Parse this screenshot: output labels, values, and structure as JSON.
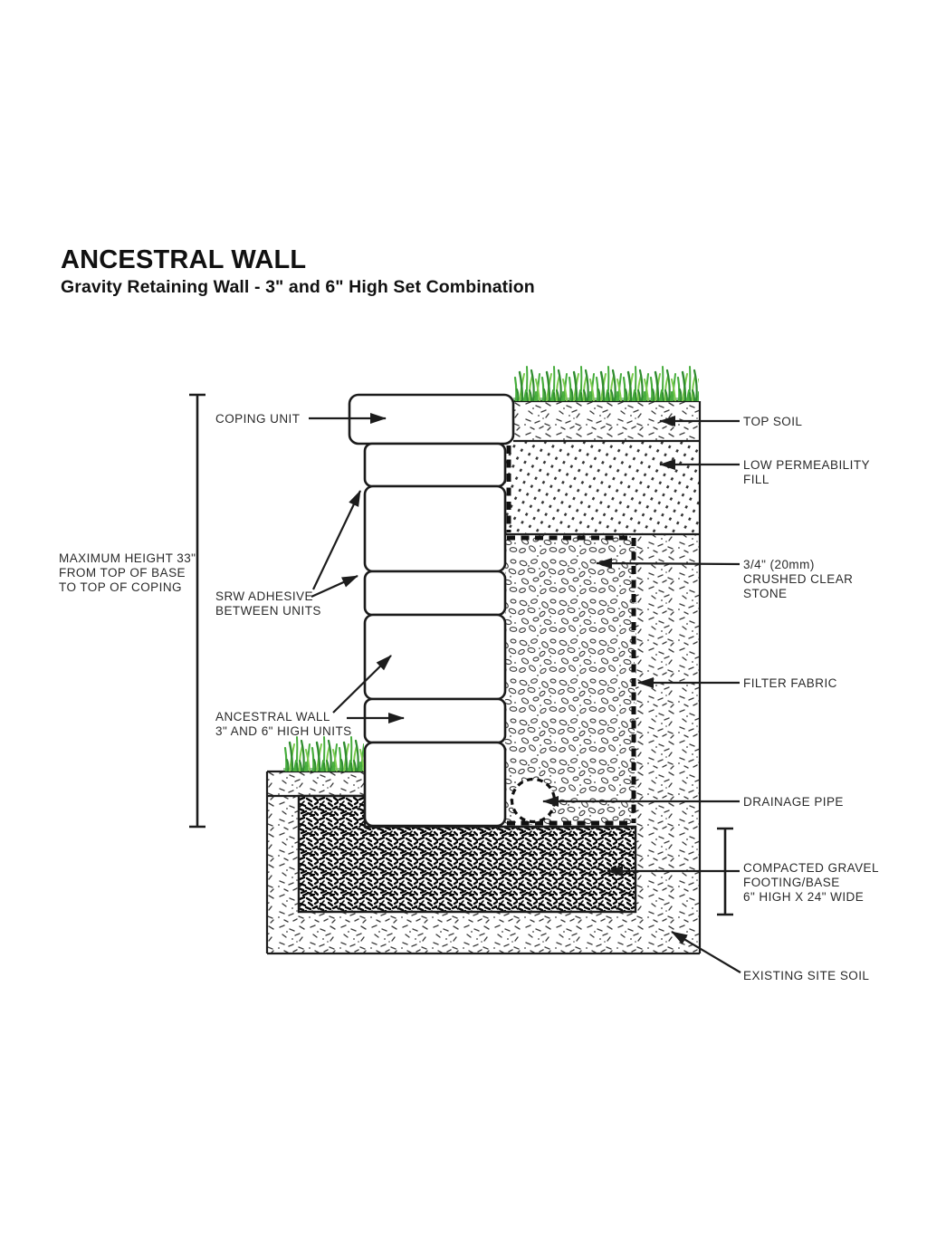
{
  "title": "ANCESTRAL WALL",
  "subtitle": "Gravity Retaining Wall - 3\" and 6\" High Set Combination",
  "callouts_left": {
    "coping_unit": [
      "COPING UNIT"
    ],
    "max_height": [
      "MAXIMUM HEIGHT 33\"",
      "FROM TOP OF BASE",
      "TO TOP OF COPING"
    ],
    "srw_adhesive": [
      "SRW ADHESIVE",
      "BETWEEN UNITS"
    ],
    "ancestral_wall": [
      "ANCESTRAL WALL",
      "3\" AND 6\" HIGH UNITS"
    ]
  },
  "callouts_right": {
    "top_soil": [
      "TOP SOIL"
    ],
    "low_permeability_fill": [
      "LOW PERMEABILITY",
      "FILL"
    ],
    "crushed_stone": [
      "3/4\" (20mm)",
      "CRUSHED CLEAR",
      "STONE"
    ],
    "filter_fabric": [
      "FILTER FABRIC"
    ],
    "drainage_pipe": [
      "DRAINAGE PIPE"
    ],
    "compacted_gravel": [
      "COMPACTED GRAVEL",
      "FOOTING/BASE",
      "6\" HIGH X 24\" WIDE"
    ],
    "existing_site_soil": [
      "EXISTING SITE SOIL"
    ]
  },
  "colors": {
    "ink": "#1c1c1c",
    "label_text": "#2a2a2a",
    "grass_dark": "#2e8b2e",
    "grass_mid": "#46ad3c",
    "grass_light": "#7bcb4d"
  }
}
